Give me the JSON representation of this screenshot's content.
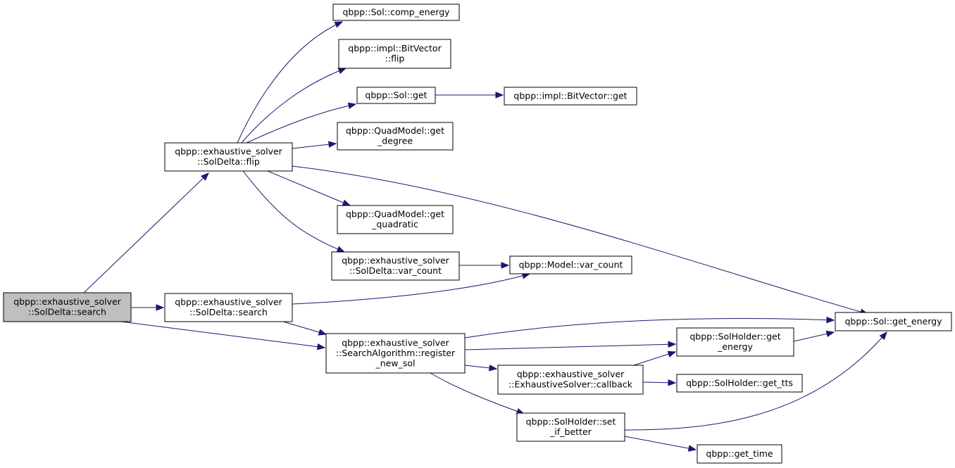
{
  "colors": {
    "edge": "#191970",
    "root_fill": "#bfbfbf",
    "node_fill": "#ffffff",
    "node_border": "#000000"
  },
  "nodes": [
    {
      "id": "n0",
      "lines": [
        "qbpp::exhaustive_solver",
        "::SolDelta::search"
      ],
      "root": true
    },
    {
      "id": "n1",
      "lines": [
        "qbpp::exhaustive_solver",
        "::SolDelta::flip"
      ]
    },
    {
      "id": "n2",
      "lines": [
        "qbpp::exhaustive_solver",
        "::SolDelta::search"
      ]
    },
    {
      "id": "n3",
      "lines": [
        "qbpp::exhaustive_solver",
        "::SearchAlgorithm::register",
        "_new_sol"
      ]
    },
    {
      "id": "n4",
      "lines": [
        "qbpp::Sol::comp_energy"
      ]
    },
    {
      "id": "n5",
      "lines": [
        "qbpp::impl::BitVector",
        "::flip"
      ]
    },
    {
      "id": "n6",
      "lines": [
        "qbpp::Sol::get"
      ]
    },
    {
      "id": "n7",
      "lines": [
        "qbpp::QuadModel::get",
        "_degree"
      ]
    },
    {
      "id": "n8",
      "lines": [
        "qbpp::QuadModel::get",
        "_quadratic"
      ]
    },
    {
      "id": "n9",
      "lines": [
        "qbpp::exhaustive_solver",
        "::SolDelta::var_count"
      ]
    },
    {
      "id": "n10",
      "lines": [
        "qbpp::Sol::get_energy"
      ]
    },
    {
      "id": "n11",
      "lines": [
        "qbpp::impl::BitVector::get"
      ]
    },
    {
      "id": "n12",
      "lines": [
        "qbpp::Model::var_count"
      ]
    },
    {
      "id": "n13",
      "lines": [
        "qbpp::exhaustive_solver",
        "::ExhaustiveSolver::callback"
      ]
    },
    {
      "id": "n14",
      "lines": [
        "qbpp::SolHolder::get",
        "_energy"
      ]
    },
    {
      "id": "n15",
      "lines": [
        "qbpp::SolHolder::set",
        "_if_better"
      ]
    },
    {
      "id": "n16",
      "lines": [
        "qbpp::SolHolder::get_tts"
      ]
    },
    {
      "id": "n17",
      "lines": [
        "qbpp::get_time"
      ]
    }
  ],
  "edges": [
    [
      "n0",
      "n1"
    ],
    [
      "n0",
      "n2"
    ],
    [
      "n0",
      "n3"
    ],
    [
      "n1",
      "n4"
    ],
    [
      "n1",
      "n5"
    ],
    [
      "n1",
      "n6"
    ],
    [
      "n1",
      "n7"
    ],
    [
      "n1",
      "n8"
    ],
    [
      "n1",
      "n9"
    ],
    [
      "n1",
      "n10"
    ],
    [
      "n6",
      "n11"
    ],
    [
      "n9",
      "n12"
    ],
    [
      "n2",
      "n12"
    ],
    [
      "n2",
      "n3"
    ],
    [
      "n3",
      "n10"
    ],
    [
      "n3",
      "n14"
    ],
    [
      "n3",
      "n13"
    ],
    [
      "n3",
      "n15"
    ],
    [
      "n13",
      "n14"
    ],
    [
      "n13",
      "n16"
    ],
    [
      "n14",
      "n10"
    ],
    [
      "n15",
      "n10"
    ],
    [
      "n15",
      "n17"
    ]
  ]
}
